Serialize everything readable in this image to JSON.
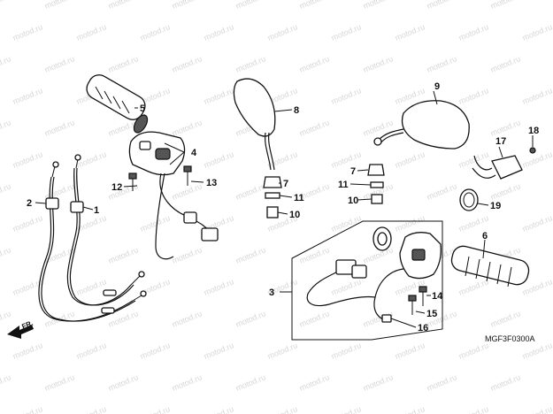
{
  "watermark": "motod.ru",
  "diagram_code": "MGF3F0300A",
  "direction_label": "FR.",
  "callouts": {
    "c1": "1",
    "c2": "2",
    "c3": "3",
    "c4": "4",
    "c5": "5",
    "c6": "6",
    "c7a": "7",
    "c7b": "7",
    "c8": "8",
    "c9": "9",
    "c10a": "10",
    "c10b": "10",
    "c11a": "11",
    "c11b": "11",
    "c12": "12",
    "c13": "13",
    "c14": "14",
    "c15": "15",
    "c16": "16",
    "c17": "17",
    "c18": "18",
    "c19": "19"
  }
}
